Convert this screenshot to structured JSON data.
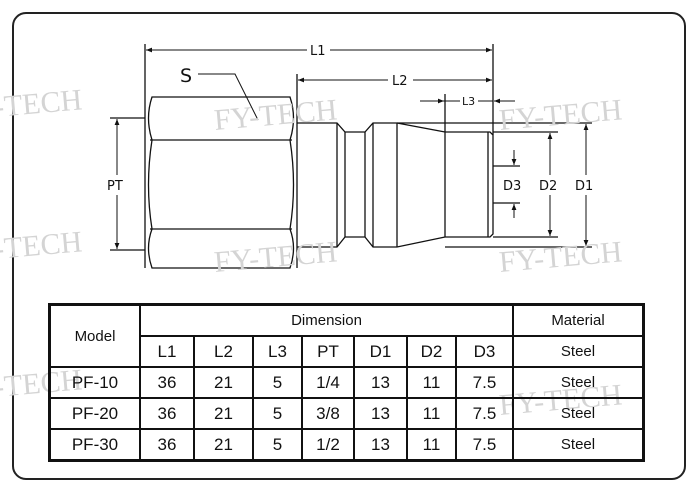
{
  "watermark": "FY-TECH",
  "drawing": {
    "labels": {
      "S": "S",
      "L1": "L1",
      "L2": "L2",
      "L3": "L3",
      "PT": "PT",
      "D1": "D1",
      "D2": "D2",
      "D3": "D3"
    }
  },
  "table": {
    "model_header": "Model",
    "dimension_header": "Dimension",
    "material_header": "Material",
    "columns": [
      "L1",
      "L2",
      "L3",
      "PT",
      "D1",
      "D2",
      "D3"
    ],
    "header_material": "Steel",
    "rows": [
      {
        "model": "PF-10",
        "values": [
          "36",
          "21",
          "5",
          "1/4",
          "13",
          "11",
          "7.5"
        ],
        "material": "Steel"
      },
      {
        "model": "PF-20",
        "values": [
          "36",
          "21",
          "5",
          "3/8",
          "13",
          "11",
          "7.5"
        ],
        "material": "Steel"
      },
      {
        "model": "PF-30",
        "values": [
          "36",
          "21",
          "5",
          "1/2",
          "13",
          "11",
          "7.5"
        ],
        "material": "Steel"
      }
    ]
  }
}
